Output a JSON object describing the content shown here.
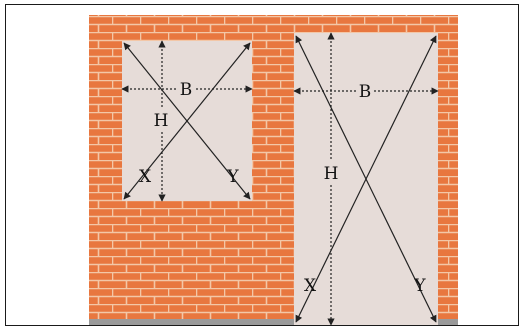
{
  "labels": {
    "window_width": "B",
    "window_height": "H",
    "window_diag_x": "X",
    "window_diag_y": "Y",
    "door_width": "B",
    "door_height": "H",
    "door_diag_x": "X",
    "door_diag_y": "Y"
  },
  "colors": {
    "brick": "#e8773f",
    "mortar": "#f3c7a7",
    "opening": "#e6dcd8",
    "floor": "#9a9a9a",
    "line": "#222222"
  }
}
